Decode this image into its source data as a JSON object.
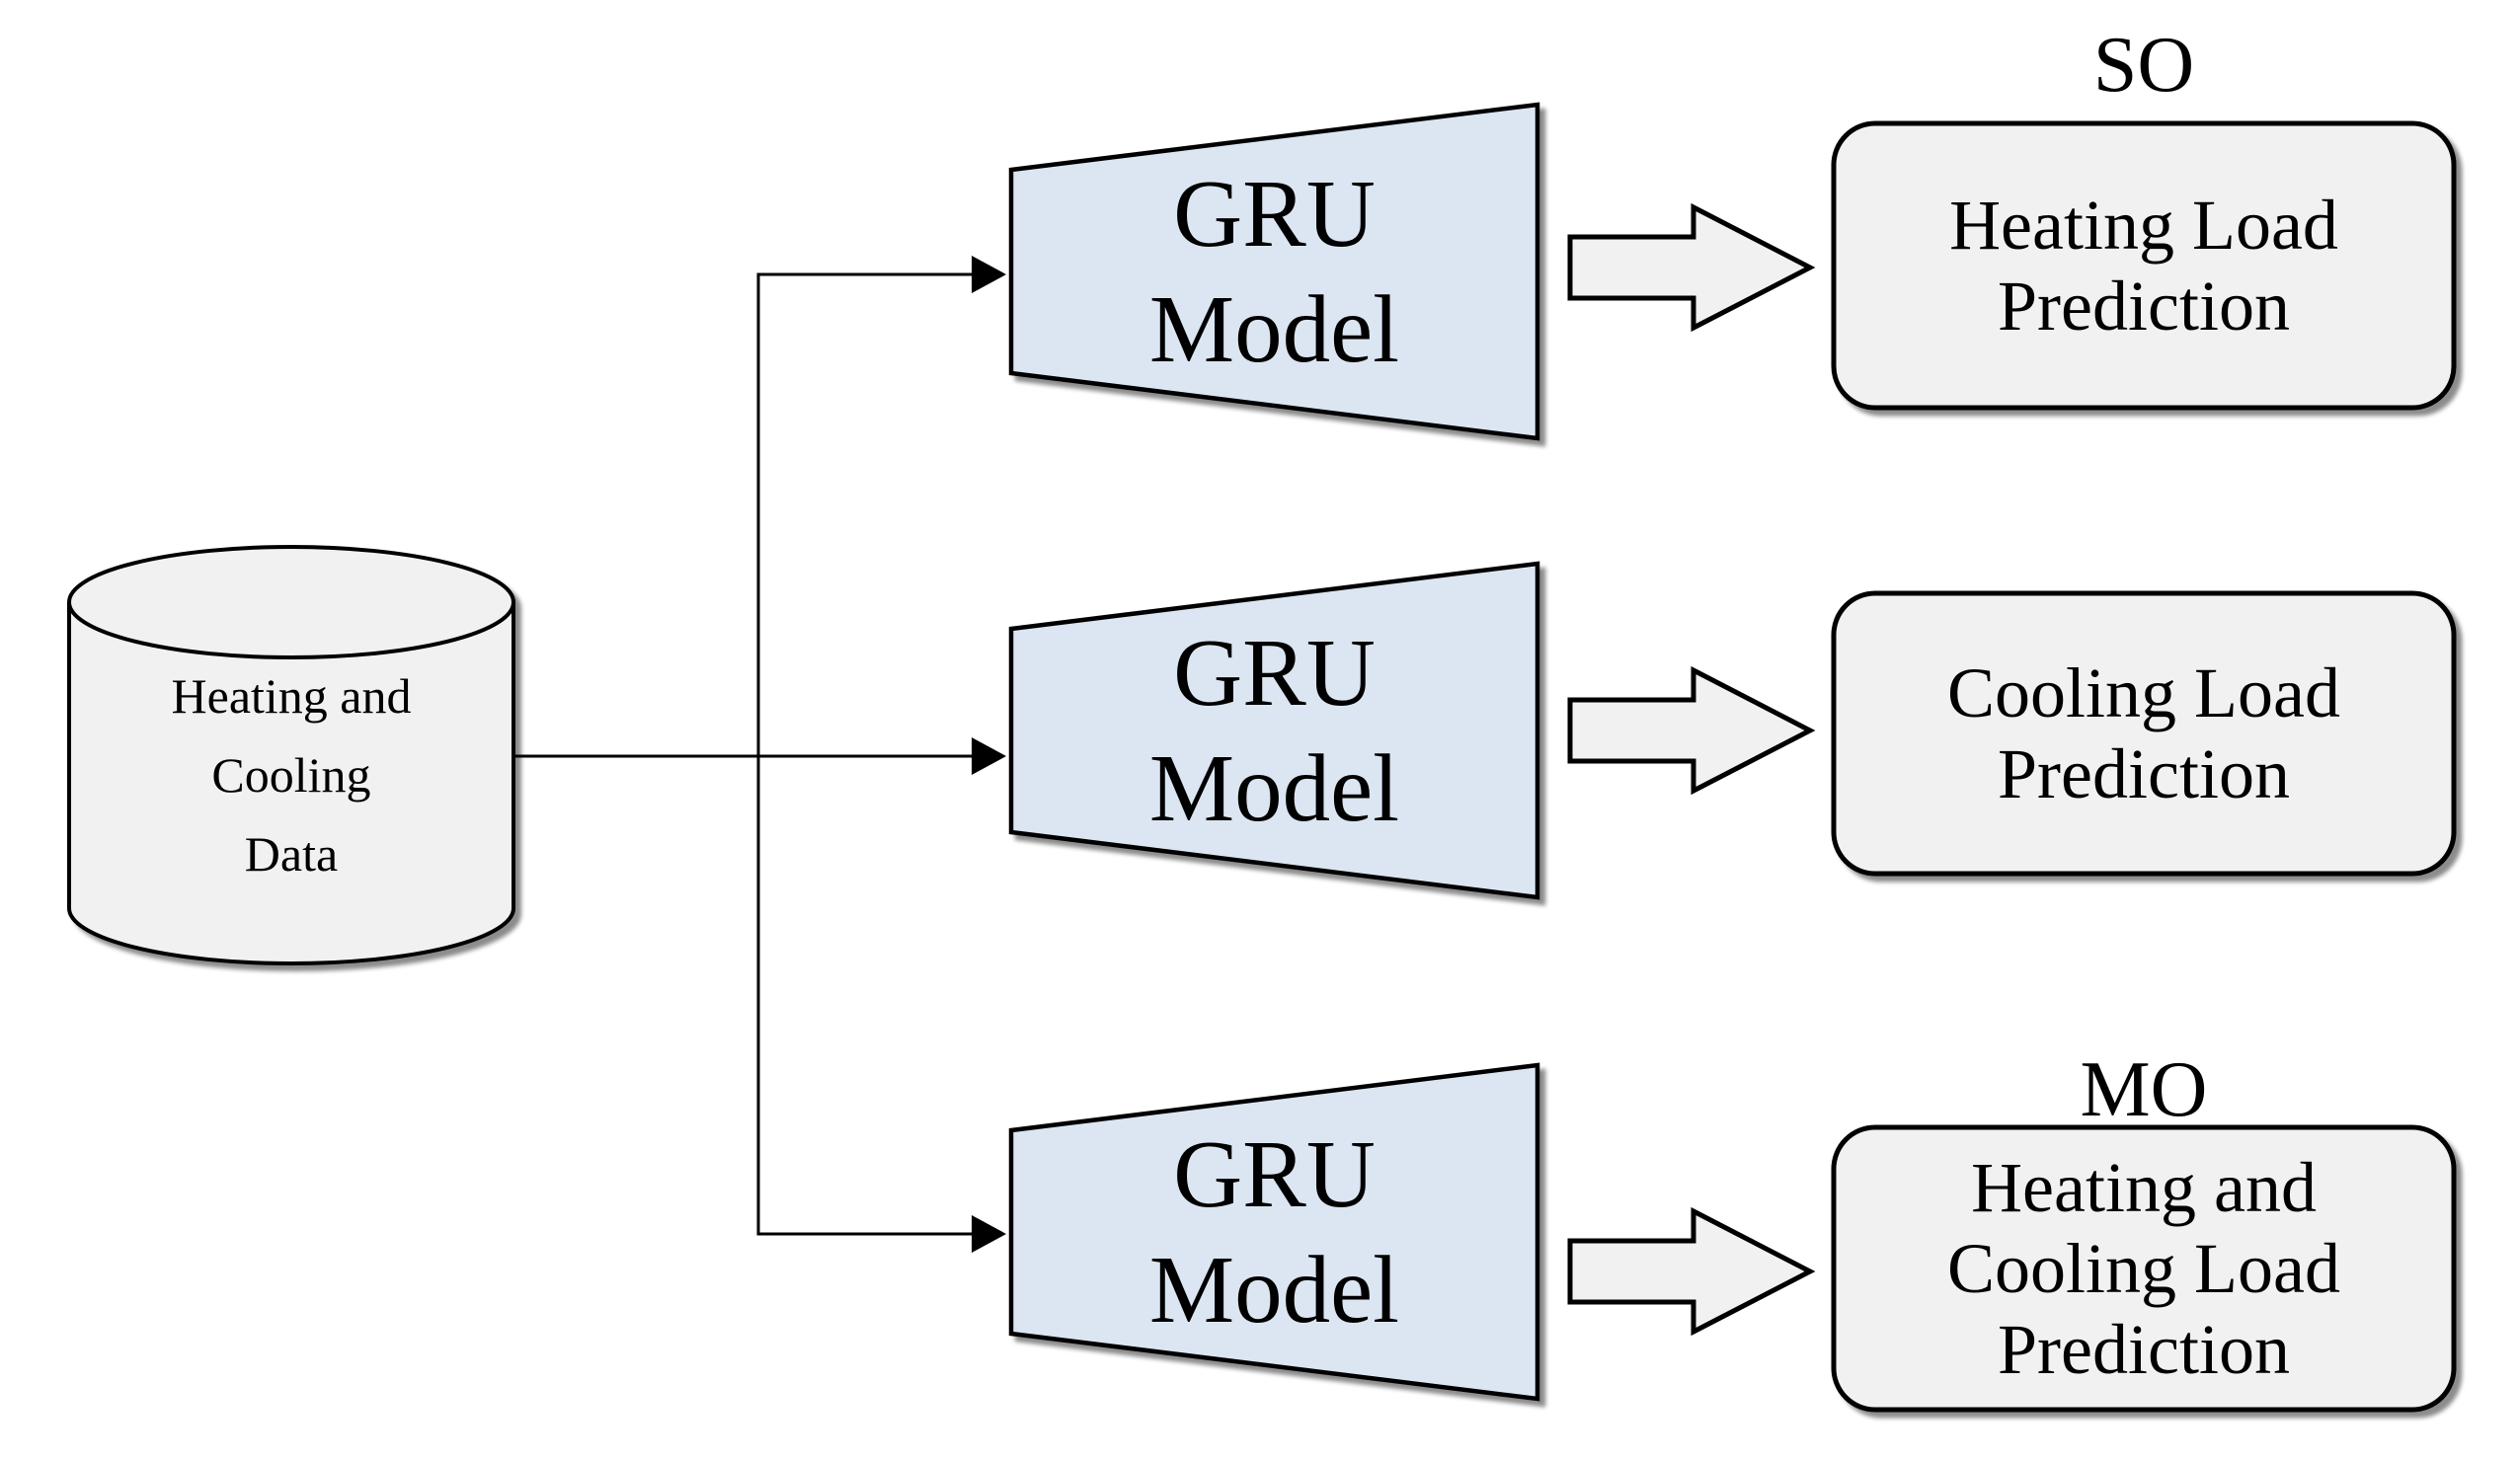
{
  "diagram": {
    "description": "Flow diagram: heating and cooling data feeding three GRU models producing single-output and multi-output load predictions"
  },
  "colors": {
    "background": "#ffffff",
    "model_fill": "#dce6f2",
    "shape_fill": "#f1f1f1",
    "stroke": "#000000"
  },
  "source": {
    "lines": [
      "Heating and",
      "Cooling",
      "Data"
    ]
  },
  "branches": [
    {
      "tag": "SO",
      "model_lines": [
        "GRU",
        "Model"
      ],
      "output_lines": [
        "Heating Load",
        "Prediction"
      ]
    },
    {
      "tag": "",
      "model_lines": [
        "GRU",
        "Model"
      ],
      "output_lines": [
        "Cooling Load",
        "Prediction"
      ]
    },
    {
      "tag": "MO",
      "model_lines": [
        "GRU",
        "Model"
      ],
      "output_lines": [
        "Heating and",
        "Cooling Load",
        "Prediction"
      ]
    }
  ]
}
